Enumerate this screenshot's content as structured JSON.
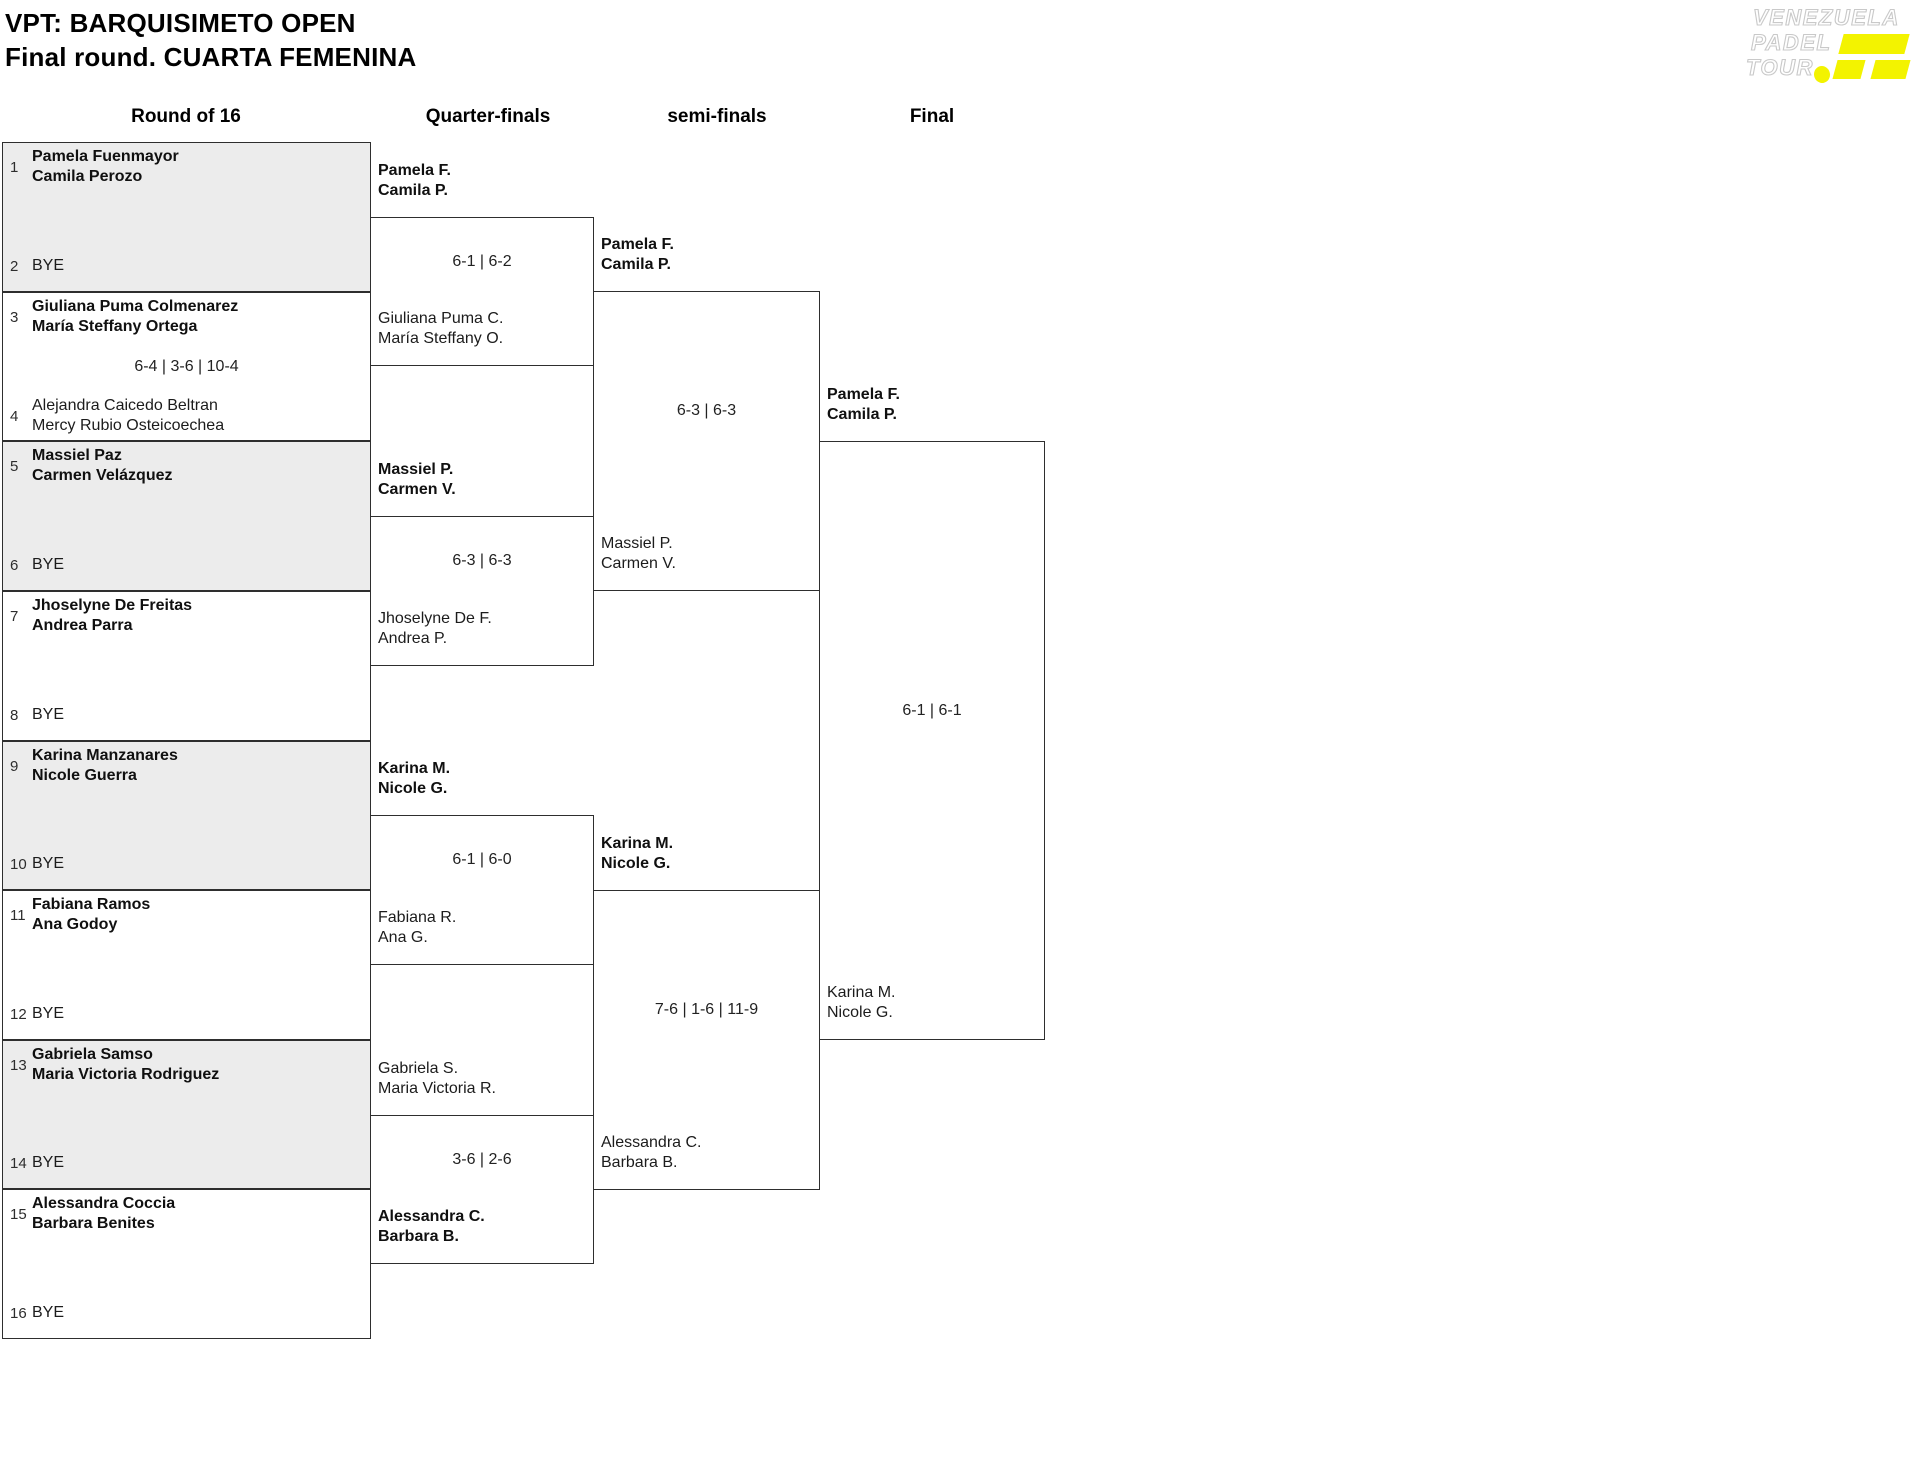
{
  "title": {
    "line1": "VPT: BARQUISIMETO OPEN",
    "line2": "Final round. CUARTA FEMENINA"
  },
  "logo": {
    "line1": "VENEZUELA",
    "line2": "PADEL",
    "line3": "TOUR",
    "yellow": "#F3F300"
  },
  "colors": {
    "shaded_box": "#ececec",
    "border": "#2e2e2e",
    "logo_yellow": "#F3F300"
  },
  "headers": [
    "Round of 16",
    "Quarter-finals",
    "semi-finals",
    "Final"
  ],
  "round_of_16": [
    {
      "seed_top": "1",
      "team_top": [
        "Pamela Fuenmayor",
        "Camila Perozo"
      ],
      "top_winner": true,
      "score": "",
      "seed_bottom": "2",
      "team_bottom": [
        "BYE"
      ],
      "bottom_winner": false
    },
    {
      "seed_top": "3",
      "team_top": [
        "Giuliana Puma Colmenarez",
        "María Steffany Ortega"
      ],
      "top_winner": true,
      "score": "6-4 | 3-6 | 10-4",
      "seed_bottom": "4",
      "team_bottom": [
        "Alejandra Caicedo Beltran",
        "Mercy Rubio Osteicoechea"
      ],
      "bottom_winner": false
    },
    {
      "seed_top": "5",
      "team_top": [
        "Massiel Paz",
        "Carmen Velázquez"
      ],
      "top_winner": true,
      "score": "",
      "seed_bottom": "6",
      "team_bottom": [
        "BYE"
      ],
      "bottom_winner": false
    },
    {
      "seed_top": "7",
      "team_top": [
        "Jhoselyne De Freitas",
        "Andrea Parra"
      ],
      "top_winner": true,
      "score": "",
      "seed_bottom": "8",
      "team_bottom": [
        "BYE"
      ],
      "bottom_winner": false
    },
    {
      "seed_top": "9",
      "team_top": [
        "Karina Manzanares",
        "Nicole Guerra"
      ],
      "top_winner": true,
      "score": "",
      "seed_bottom": "10",
      "team_bottom": [
        "BYE"
      ],
      "bottom_winner": false
    },
    {
      "seed_top": "11",
      "team_top": [
        "Fabiana Ramos",
        "Ana Godoy"
      ],
      "top_winner": true,
      "score": "",
      "seed_bottom": "12",
      "team_bottom": [
        "BYE"
      ],
      "bottom_winner": false
    },
    {
      "seed_top": "13",
      "team_top": [
        "Gabriela Samso",
        "Maria Victoria Rodriguez"
      ],
      "top_winner": true,
      "score": "",
      "seed_bottom": "14",
      "team_bottom": [
        "BYE"
      ],
      "bottom_winner": false
    },
    {
      "seed_top": "15",
      "team_top": [
        "Alessandra Coccia",
        "Barbara Benites"
      ],
      "top_winner": true,
      "score": "",
      "seed_bottom": "16",
      "team_bottom": [
        "BYE"
      ],
      "bottom_winner": false
    }
  ],
  "quarter_finals": [
    {
      "team_top": [
        "Pamela F.",
        "Camila P."
      ],
      "top_winner": true,
      "team_bottom": [
        "Giuliana Puma C.",
        "María Steffany O."
      ],
      "bottom_winner": false,
      "score": "6-1 | 6-2"
    },
    {
      "team_top": [
        "Massiel P.",
        "Carmen V."
      ],
      "top_winner": true,
      "team_bottom": [
        "Jhoselyne De F.",
        "Andrea P."
      ],
      "bottom_winner": false,
      "score": "6-3 | 6-3"
    },
    {
      "team_top": [
        "Karina M.",
        "Nicole G."
      ],
      "top_winner": true,
      "team_bottom": [
        "Fabiana R.",
        "Ana G."
      ],
      "bottom_winner": false,
      "score": "6-1 | 6-0"
    },
    {
      "team_top": [
        "Gabriela S.",
        "Maria Victoria R."
      ],
      "top_winner": false,
      "team_bottom": [
        "Alessandra C.",
        "Barbara B."
      ],
      "bottom_winner": true,
      "score": "3-6 | 2-6"
    }
  ],
  "semi_finals": [
    {
      "team_top": [
        "Pamela F.",
        "Camila P."
      ],
      "top_winner": true,
      "team_bottom": [
        "Massiel P.",
        "Carmen V."
      ],
      "bottom_winner": false,
      "score": "6-3 | 6-3"
    },
    {
      "team_top": [
        "Karina M.",
        "Nicole G."
      ],
      "top_winner": true,
      "team_bottom": [
        "Alessandra C.",
        "Barbara B."
      ],
      "bottom_winner": false,
      "score": "7-6 | 1-6 | 11-9"
    }
  ],
  "final": [
    {
      "team_top": [
        "Pamela F.",
        "Camila P."
      ],
      "top_winner": true,
      "team_bottom": [
        "Karina M.",
        "Nicole G."
      ],
      "bottom_winner": false,
      "score": "6-1 | 6-1"
    }
  ]
}
